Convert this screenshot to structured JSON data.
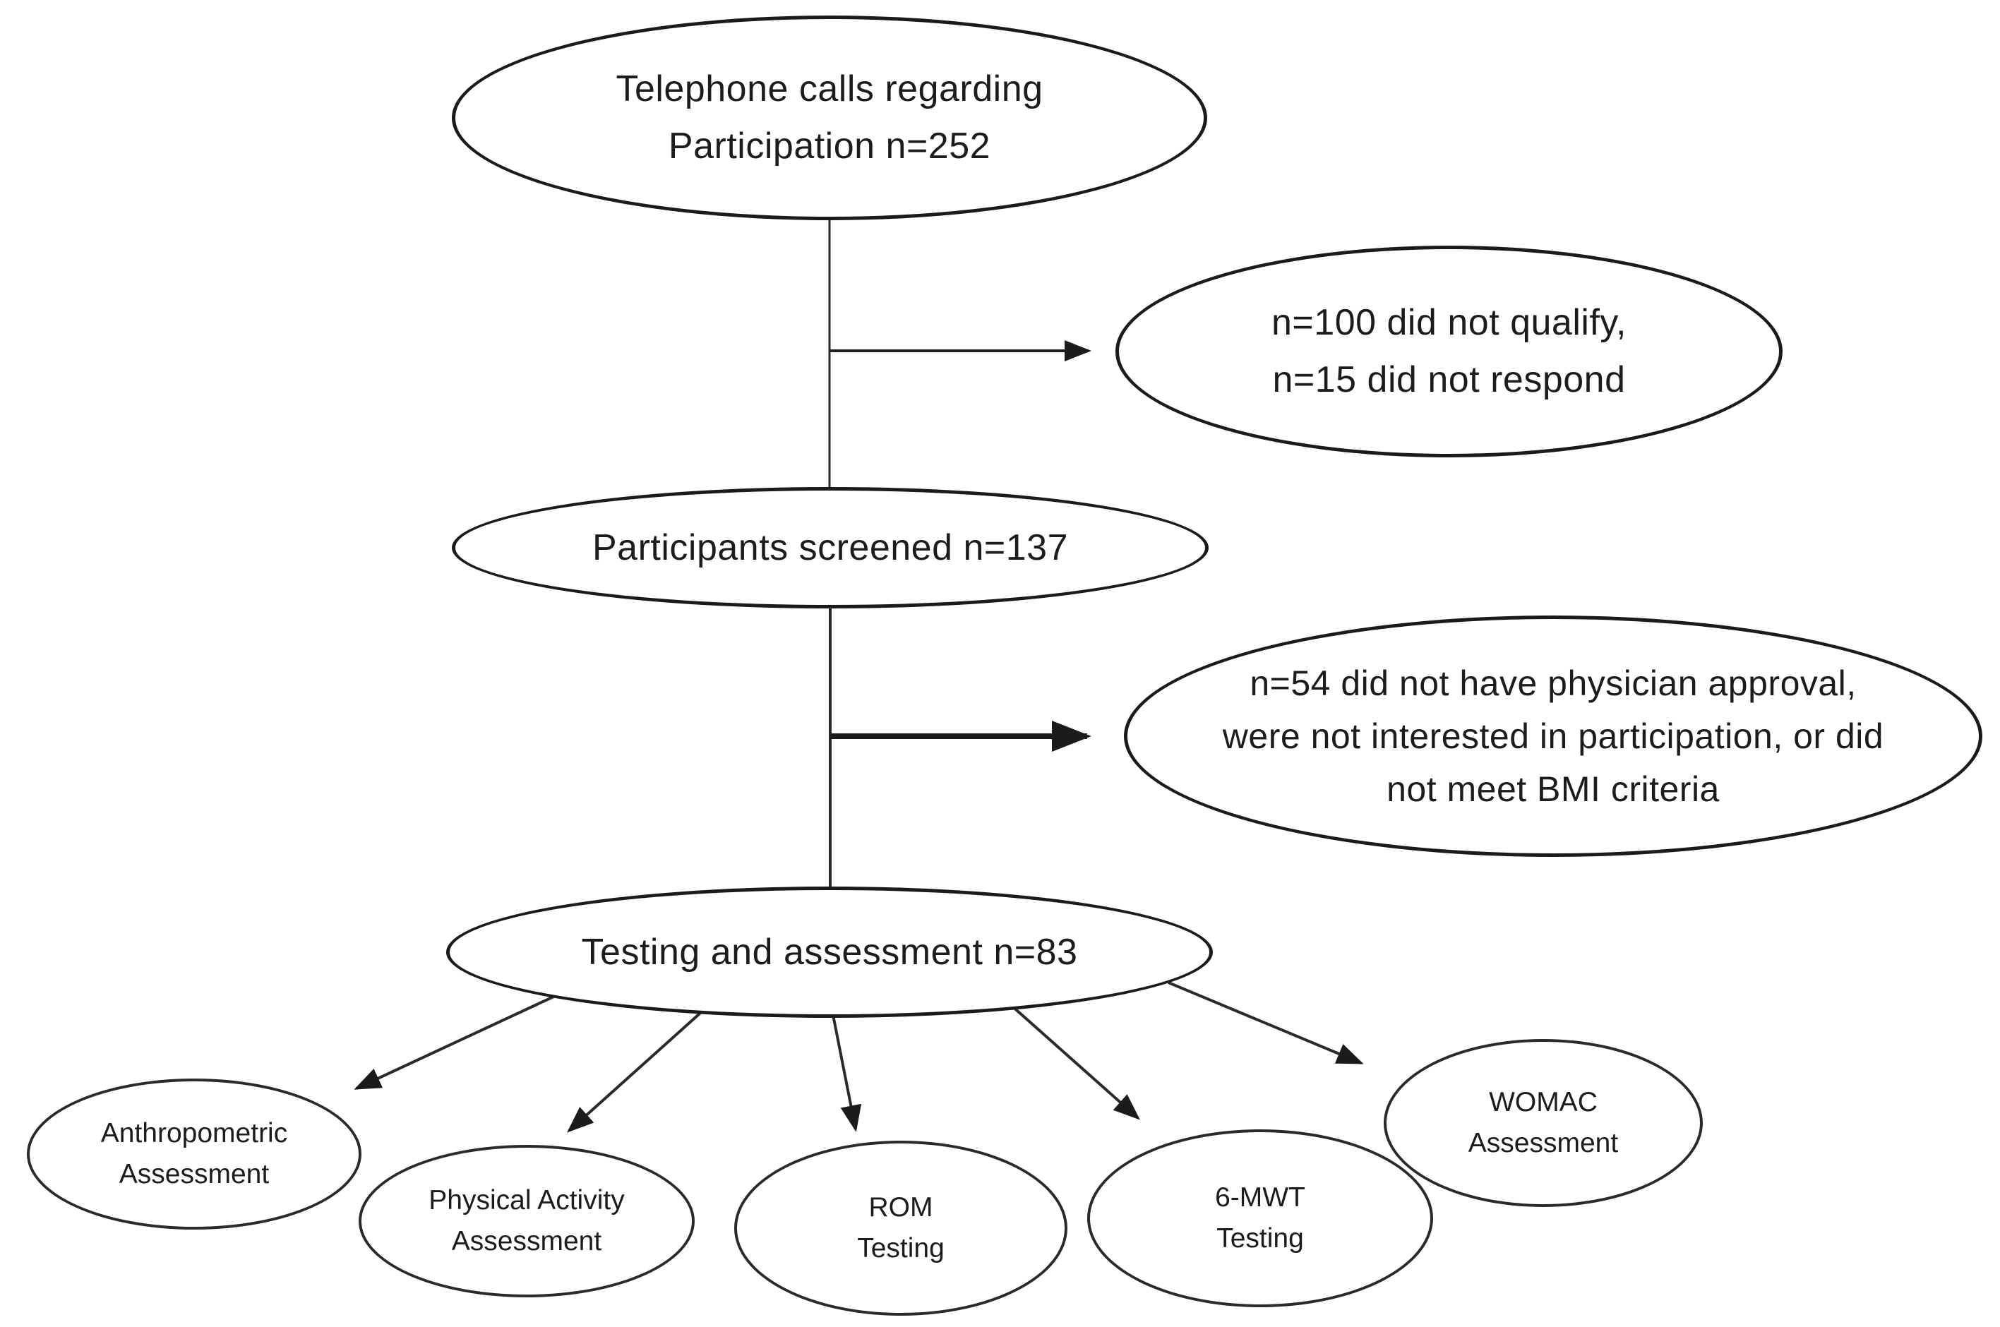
{
  "diagram": {
    "type": "flowchart",
    "colors": {
      "background": "#ffffff",
      "stroke": "#1b1b1b",
      "text": "#1c1c1c"
    },
    "nodes": {
      "telephone": {
        "label": "Telephone calls regarding\nParticipation n=252"
      },
      "exclusion_screening": {
        "label": "n=100 did not qualify,\nn=15 did not respond"
      },
      "screened": {
        "label": "Participants screened n=137"
      },
      "exclusion_testing": {
        "label": "n=54 did not have physician approval,\nwere not interested in participation, or did\nnot meet BMI criteria"
      },
      "testing": {
        "label": "Testing and assessment n=83"
      },
      "anthropometric": {
        "label": "Anthropometric\nAssessment"
      },
      "physical_activity": {
        "label": "Physical Activity\nAssessment"
      },
      "rom": {
        "label": "ROM\nTesting"
      },
      "six_mwt": {
        "label": "6-MWT\nTesting"
      },
      "womac": {
        "label": "WOMAC\nAssessment"
      }
    }
  }
}
